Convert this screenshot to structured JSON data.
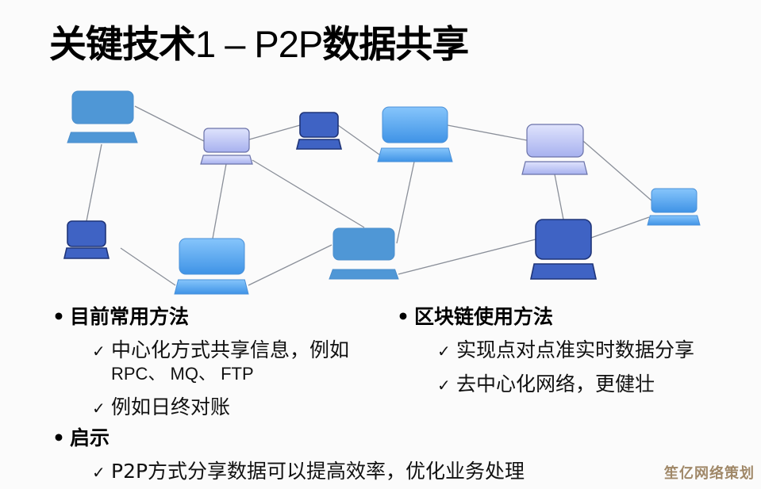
{
  "title": {
    "part1": "关键技术",
    "part2": "1 – P2P",
    "part3": "数据共享"
  },
  "diagram": {
    "description": "P2P network of computers",
    "node_colors": {
      "medium_blue": "#4f97d6",
      "light_blue": "#5aaaf0",
      "lavender": "#b8c0f4",
      "dark_blue": "#3f63c4",
      "line": "#8a8f99"
    },
    "nodes": [
      {
        "id": "pc1",
        "style": "medium_blue"
      },
      {
        "id": "pc2",
        "style": "lavender"
      },
      {
        "id": "pc3",
        "style": "dark_blue"
      },
      {
        "id": "pc4",
        "style": "light_blue"
      },
      {
        "id": "pc5",
        "style": "lavender"
      },
      {
        "id": "pc6",
        "style": "light_blue"
      },
      {
        "id": "pc7",
        "style": "dark_blue"
      },
      {
        "id": "pc8",
        "style": "medium_blue"
      },
      {
        "id": "pc9",
        "style": "light_blue"
      },
      {
        "id": "pc10",
        "style": "dark_blue"
      }
    ],
    "edges": [
      [
        "pc1",
        "pc2"
      ],
      [
        "pc1",
        "pc10"
      ],
      [
        "pc2",
        "pc3"
      ],
      [
        "pc2",
        "pc9"
      ],
      [
        "pc2",
        "pc8"
      ],
      [
        "pc3",
        "pc4"
      ],
      [
        "pc4",
        "pc5"
      ],
      [
        "pc4",
        "pc8"
      ],
      [
        "pc5",
        "pc7"
      ],
      [
        "pc5",
        "pc6"
      ],
      [
        "pc7",
        "pc6"
      ],
      [
        "pc8",
        "pc7"
      ],
      [
        "pc10",
        "pc9"
      ],
      [
        "pc9",
        "pc8"
      ]
    ]
  },
  "sections": {
    "current": {
      "bullet": "•",
      "heading": "目前常用方法",
      "items": [
        {
          "mark": "✓",
          "text": "中心化方式共享信息，例如",
          "cont": "RPC、 MQ、 FTP"
        },
        {
          "mark": "✓",
          "text": "例如日终对账"
        }
      ]
    },
    "blockchain": {
      "bullet": "•",
      "heading": "区块链使用方法",
      "items": [
        {
          "mark": "✓",
          "text": "实现点对点准实时数据分享"
        },
        {
          "mark": "✓",
          "text": "去中心化网络，更健壮"
        }
      ]
    },
    "insight": {
      "bullet": "•",
      "heading": "启示",
      "items": [
        {
          "mark": "✓",
          "text": "P2P方式分享数据可以提高效率，优化业务处理"
        }
      ]
    }
  },
  "watermark": "笙亿网络策划"
}
